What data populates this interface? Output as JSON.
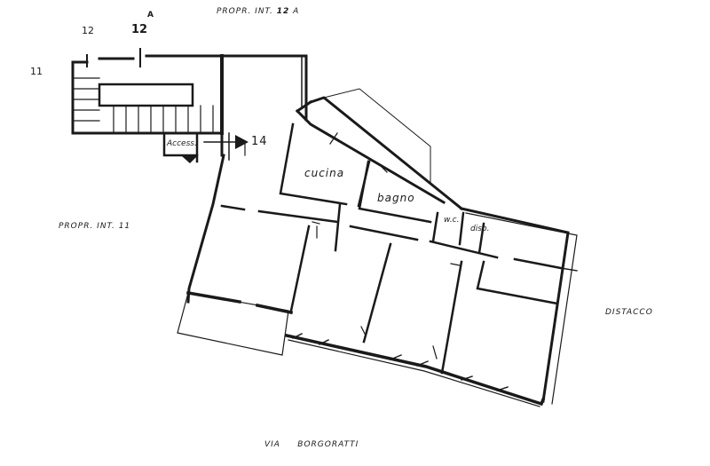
{
  "labels": {
    "prop_top_prefix": "PROPR. INT.",
    "prop_top_num": "12",
    "prop_top_suffix": "A",
    "prop_left": "PROPR. INT. 11",
    "distacco": "DISTACCO",
    "street": "VIA     BORGORATTI",
    "cucina": "cucina",
    "bagno": "bagno",
    "wc": "w.c.",
    "disp": "disp.",
    "access": "Access.",
    "unit_14": "14",
    "num_11": "11",
    "num_12": "12",
    "num_12b": "12",
    "mark_a": "A"
  },
  "colors": {
    "ink": "#1a1a1a",
    "background": "#ffffff"
  }
}
